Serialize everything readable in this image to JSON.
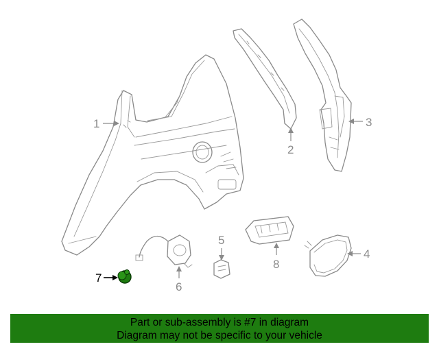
{
  "diagram": {
    "callouts": [
      {
        "number": "1"
      },
      {
        "number": "2"
      },
      {
        "number": "3"
      },
      {
        "number": "4"
      },
      {
        "number": "5"
      },
      {
        "number": "6"
      },
      {
        "number": "7"
      },
      {
        "number": "8"
      }
    ],
    "highlighted_callout": "7",
    "highlight_color": "#1e7c10"
  },
  "banner": {
    "line1": "Part or sub-assembly is #7 in diagram",
    "line2": "Diagram may not be specific to your vehicle",
    "background": "#1e7c10"
  }
}
